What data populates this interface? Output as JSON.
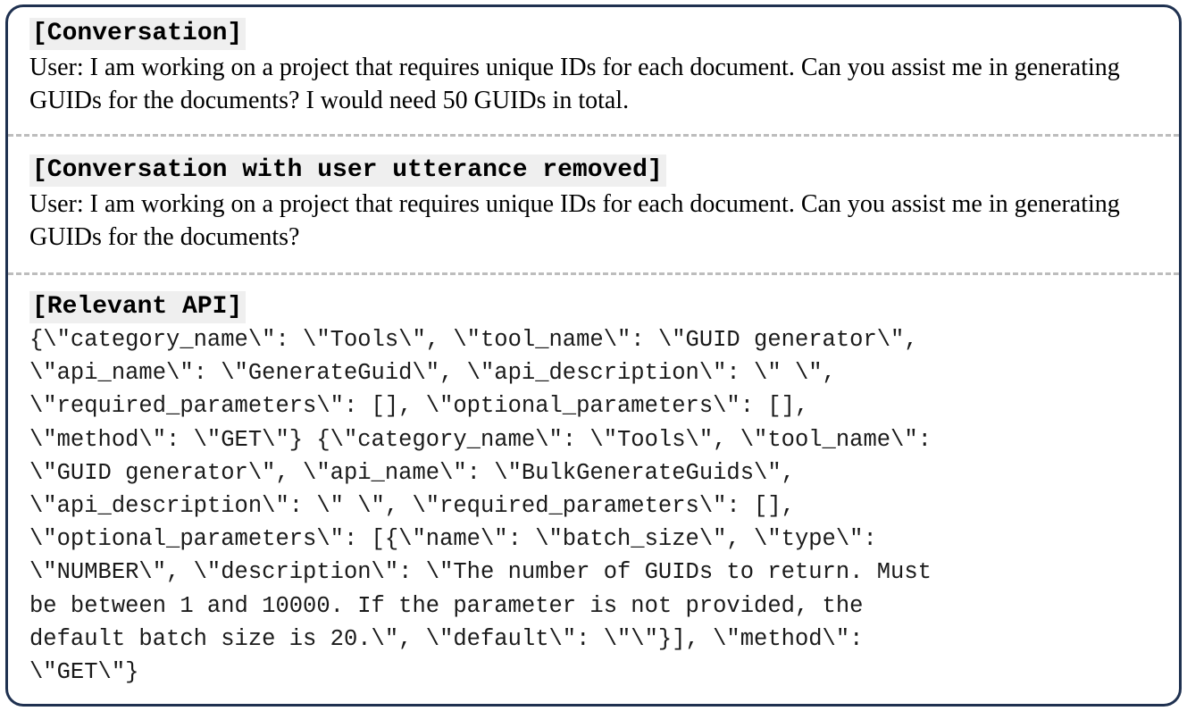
{
  "conversation": {
    "heading": "[Conversation]",
    "text": "User: I am working on a project that requires unique IDs for each document. Can you assist me in generating GUIDs for the documents? I would need 50 GUIDs in total."
  },
  "removed": {
    "heading": "[Conversation with user utterance removed]",
    "text": "User: I am working on a project that requires unique IDs for each document. Can you assist me in generating GUIDs for the documents?"
  },
  "api": {
    "heading": "[Relevant API]",
    "code": "{\\\"category_name\\\": \\\"Tools\\\", \\\"tool_name\\\": \\\"GUID generator\\\",\n\\\"api_name\\\": \\\"GenerateGuid\\\", \\\"api_description\\\": \\\" \\\",\n\\\"required_parameters\\\": [], \\\"optional_parameters\\\": [],\n\\\"method\\\": \\\"GET\\\"} {\\\"category_name\\\": \\\"Tools\\\", \\\"tool_name\\\":\n\\\"GUID generator\\\", \\\"api_name\\\": \\\"BulkGenerateGuids\\\",\n\\\"api_description\\\": \\\" \\\", \\\"required_parameters\\\": [],\n\\\"optional_parameters\\\": [{\\\"name\\\": \\\"batch_size\\\", \\\"type\\\":\n\\\"NUMBER\\\", \\\"description\\\": \\\"The number of GUIDs to return. Must\nbe between 1 and 10000. If the parameter is not provided, the\ndefault batch size is 20.\\\", \\\"default\\\": \\\"\\\"}], \\\"method\\\":\n\\\"GET\\\"}"
  }
}
